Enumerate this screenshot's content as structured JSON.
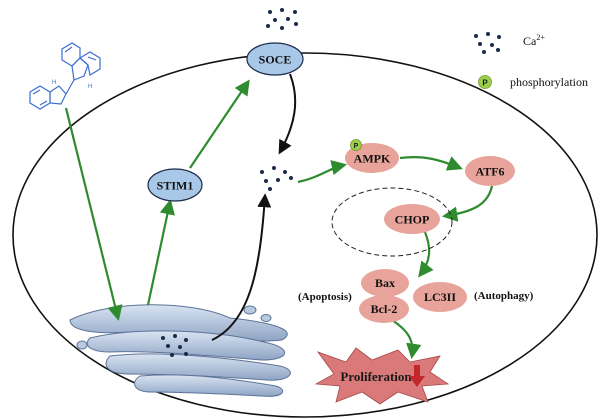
{
  "legend": {
    "calcium_label": "Ca",
    "calcium_superscript": "2+",
    "phospho_marker": "P",
    "phospho_label": "phosphorylation"
  },
  "nodes": {
    "soce": "SOCE",
    "stim1": "STIM1",
    "ampk": "AMPK",
    "atf6": "ATF6",
    "chop": "CHOP",
    "bax": "Bax",
    "bcl2": "Bcl-2",
    "lc3": "LC3II",
    "proliferation": "Proliferation"
  },
  "annotations": {
    "apoptosis": "(Apoptosis)",
    "autophagy": "(Autophagy)",
    "ampk_phospho": "P"
  },
  "colors": {
    "blue_node": "#a9c8e8",
    "pink_node": "#e8a49a",
    "green_arrow": "#2e8b2e",
    "burst": "#d9797a",
    "down_arrow": "#c0282b"
  }
}
